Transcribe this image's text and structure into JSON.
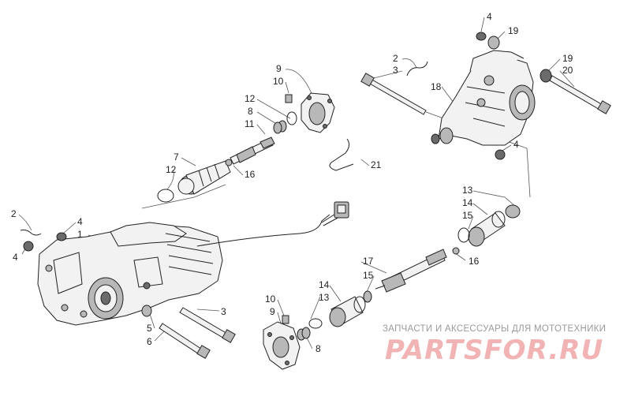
{
  "callouts": [
    {
      "id": "c4a",
      "text": "4"
    },
    {
      "id": "c19a",
      "text": "19"
    },
    {
      "id": "c2a",
      "text": "2"
    },
    {
      "id": "c3a",
      "text": "3"
    },
    {
      "id": "c19b",
      "text": "19"
    },
    {
      "id": "c20",
      "text": "20"
    },
    {
      "id": "c18",
      "text": "18"
    },
    {
      "id": "c4b",
      "text": "4"
    },
    {
      "id": "c9a",
      "text": "9"
    },
    {
      "id": "c10a",
      "text": "10"
    },
    {
      "id": "c12a",
      "text": "12"
    },
    {
      "id": "c8a",
      "text": "8"
    },
    {
      "id": "c11",
      "text": "11"
    },
    {
      "id": "c7",
      "text": "7"
    },
    {
      "id": "c12b",
      "text": "12"
    },
    {
      "id": "c16a",
      "text": "16"
    },
    {
      "id": "c21",
      "text": "21"
    },
    {
      "id": "c2b",
      "text": "2"
    },
    {
      "id": "c4c",
      "text": "4"
    },
    {
      "id": "c1",
      "text": "1"
    },
    {
      "id": "c4d",
      "text": "4"
    },
    {
      "id": "c3b",
      "text": "3"
    },
    {
      "id": "c5",
      "text": "5"
    },
    {
      "id": "c6",
      "text": "6"
    },
    {
      "id": "c13a",
      "text": "13"
    },
    {
      "id": "c14a",
      "text": "14"
    },
    {
      "id": "c15a",
      "text": "15"
    },
    {
      "id": "c16b",
      "text": "16"
    },
    {
      "id": "c17",
      "text": "17"
    },
    {
      "id": "c14b",
      "text": "14"
    },
    {
      "id": "c15b",
      "text": "15"
    },
    {
      "id": "c10b",
      "text": "10"
    },
    {
      "id": "c13b",
      "text": "13"
    },
    {
      "id": "c9b",
      "text": "9"
    },
    {
      "id": "c8b",
      "text": "8"
    }
  ],
  "watermark": {
    "tagline": "ЗАПЧАСТИ И АКСЕССУАРЫ ДЛЯ МОТОТЕХНИКИ",
    "logo": "PARTSFOR.RU"
  }
}
